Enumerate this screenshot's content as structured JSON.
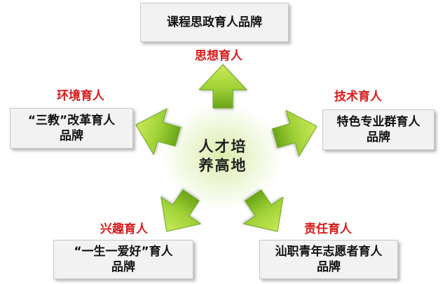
{
  "center": {
    "line1": "人才培",
    "line2": "养高地"
  },
  "nodes": {
    "top": {
      "label": "思想育人",
      "box_lines": [
        "课程思政育人品牌"
      ]
    },
    "left": {
      "label": "环境育人",
      "box_lines": [
        "“三教”改革育人",
        "品牌"
      ]
    },
    "right": {
      "label": "技术育人",
      "box_lines": [
        "特色专业群育人",
        "品牌"
      ]
    },
    "bottom_left": {
      "label": "兴趣育人",
      "box_lines": [
        "“一生一爱好”育人",
        "品牌"
      ]
    },
    "bottom_right": {
      "label": "责任育人",
      "box_lines": [
        "汕职青年志愿者育人",
        "品牌"
      ]
    }
  },
  "colors": {
    "arrow_light": "#b6df3e",
    "arrow_dark": "#6aa51a",
    "label_red": "#d91a1a",
    "box_fill": "#f2f2f2"
  }
}
